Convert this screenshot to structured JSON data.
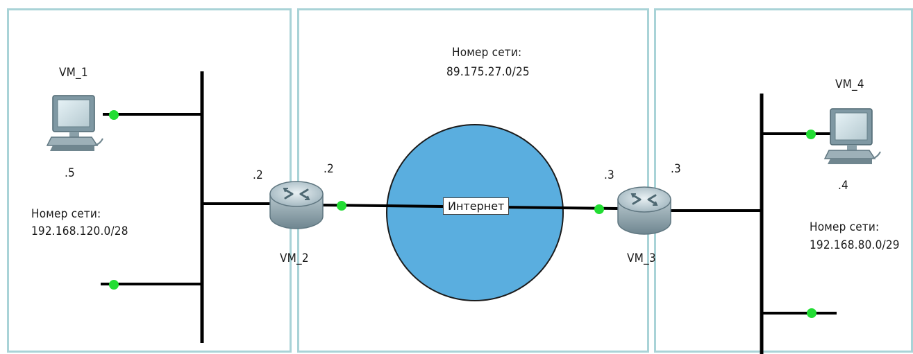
{
  "zones": {
    "left": {
      "network_label": "Номер сети:",
      "network_address": "192.168.120.0/28"
    },
    "middle": {
      "network_label": "Номер сети:",
      "network_address": "89.175.27.0/25"
    },
    "right": {
      "network_label": "Номер сети:",
      "network_address": "192.168.80.0/29"
    }
  },
  "nodes": {
    "vm1": {
      "name": "VM_1",
      "addr": ".5",
      "icon": "computer-icon"
    },
    "vm2": {
      "name": "VM_2",
      "addr_lan": ".2",
      "addr_wan": ".2",
      "icon": "router-icon"
    },
    "vm3": {
      "name": "VM_3",
      "addr_wan": ".3",
      "addr_lan": ".3",
      "icon": "router-icon"
    },
    "vm4": {
      "name": "VM_4",
      "addr": ".4",
      "icon": "computer-icon"
    }
  },
  "internet": {
    "label": "Интернет",
    "color": "#5aaedf"
  },
  "colors": {
    "zone_border": "#a9d3d7",
    "link_point": "#22dd33",
    "wire": "#000000"
  }
}
